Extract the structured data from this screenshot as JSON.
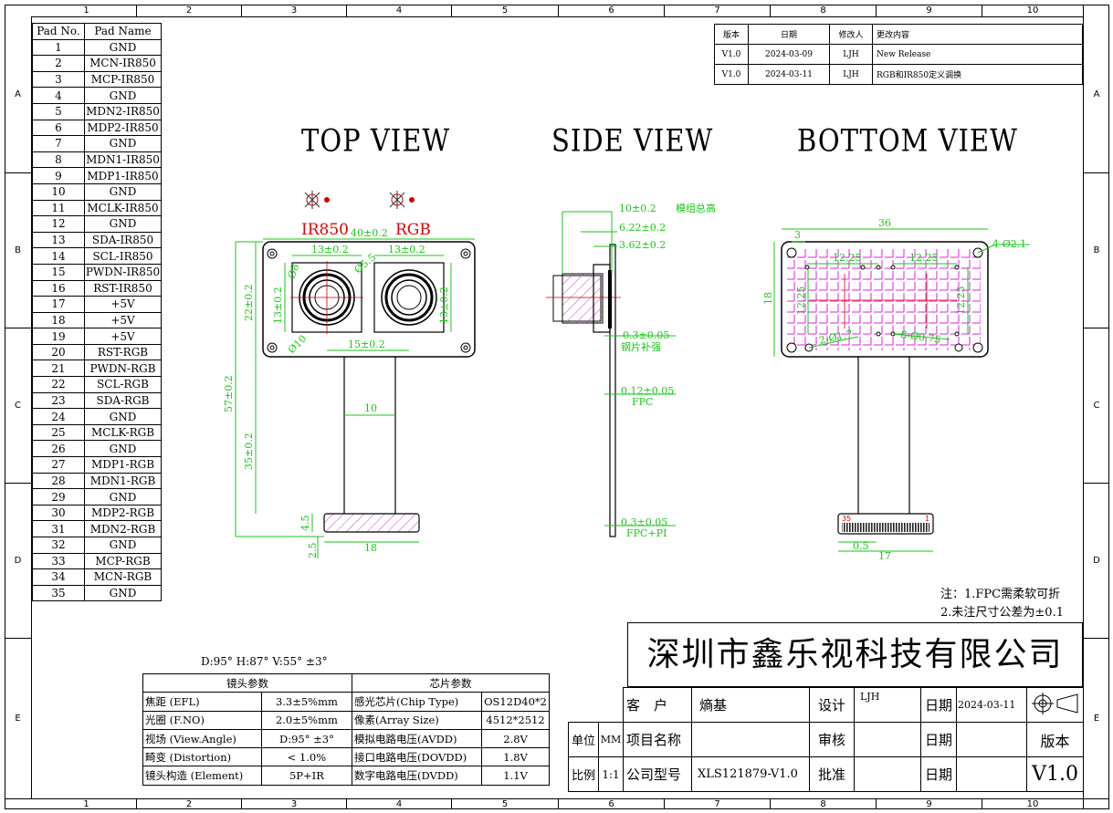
{
  "grid": {
    "cols": [
      "1",
      "2",
      "3",
      "4",
      "5",
      "6",
      "7",
      "8",
      "9",
      "10"
    ],
    "rows": [
      "A",
      "B",
      "C",
      "D",
      "E"
    ]
  },
  "pad_table": {
    "headers": [
      "Pad No.",
      "Pad Name"
    ],
    "rows": [
      [
        "1",
        "GND"
      ],
      [
        "2",
        "MCN-IR850"
      ],
      [
        "3",
        "MCP-IR850"
      ],
      [
        "4",
        "GND"
      ],
      [
        "5",
        "MDN2-IR850"
      ],
      [
        "6",
        "MDP2-IR850"
      ],
      [
        "7",
        "GND"
      ],
      [
        "8",
        "MDN1-IR850"
      ],
      [
        "9",
        "MDP1-IR850"
      ],
      [
        "10",
        "GND"
      ],
      [
        "11",
        "MCLK-IR850"
      ],
      [
        "12",
        "GND"
      ],
      [
        "13",
        "SDA-IR850"
      ],
      [
        "14",
        "SCL-IR850"
      ],
      [
        "15",
        "PWDN-IR850"
      ],
      [
        "16",
        "RST-IR850"
      ],
      [
        "17",
        "+5V"
      ],
      [
        "18",
        "+5V"
      ],
      [
        "19",
        "+5V"
      ],
      [
        "20",
        "RST-RGB"
      ],
      [
        "21",
        "PWDN-RGB"
      ],
      [
        "22",
        "SCL-RGB"
      ],
      [
        "23",
        "SDA-RGB"
      ],
      [
        "24",
        "GND"
      ],
      [
        "25",
        "MCLK-RGB"
      ],
      [
        "26",
        "GND"
      ],
      [
        "27",
        "MDP1-RGB"
      ],
      [
        "28",
        "MDN1-RGB"
      ],
      [
        "29",
        "GND"
      ],
      [
        "30",
        "MDP2-RGB"
      ],
      [
        "31",
        "MDN2-RGB"
      ],
      [
        "32",
        "GND"
      ],
      [
        "33",
        "MCP-RGB"
      ],
      [
        "34",
        "MCN-RGB"
      ],
      [
        "35",
        "GND"
      ]
    ]
  },
  "revision_table": {
    "headers": [
      "版本",
      "日期",
      "修改人",
      "更改内容"
    ],
    "rows": [
      [
        "V1.0",
        "2024-03-09",
        "LJH",
        "New Release"
      ],
      [
        "V1.0",
        "2024-03-11",
        "LJH",
        "RGB和IR850定义调换"
      ]
    ]
  },
  "views": {
    "top": "TOP VIEW",
    "side": "SIDE VIEW",
    "bottom": "BOTTOM VIEW"
  },
  "top_view": {
    "cam_left": "IR850",
    "cam_right": "RGB",
    "dims": {
      "width": "40±0.2",
      "lens_left": "13±0.2",
      "lens_right": "13±0.2",
      "height": "22±0.2",
      "lens_h_left": "13±0.2",
      "lens_h_right": "13±0.2",
      "pitch": "15±0.2",
      "total_len": "57±0.2",
      "fpc_len": "35±0.2",
      "fpc_width": "10",
      "conn_h": "4.5",
      "conn_h2": "2.5",
      "conn_w": "18",
      "lens_dia": "Ø10",
      "lens_small_a": "Ø8",
      "lens_small_b": "Ø5.5"
    }
  },
  "side_view": {
    "d1": "10±0.2",
    "d1_note": "模组总高",
    "d2": "6.22±0.2",
    "d3": "3.62±0.2",
    "d4": "0.3±0.05",
    "d4_note": "钢片补强",
    "d5": "0.12±0.05",
    "d5_note": "FPC",
    "d6": "0.3±0.05",
    "d6_note": "FPC+PI"
  },
  "bottom_view": {
    "w": "36",
    "edge": "3",
    "hole": "4-Ø2.1",
    "pitch_a": "12.25",
    "pitch_b": "12.25",
    "h": "18",
    "v_a": "12.25",
    "v_b": "12.25",
    "pin_a": "2-Ø1.7",
    "pin_b": "8-Ø0.75",
    "conn_pin_left": "35",
    "conn_pin_right": "1",
    "conn_pitch": "0.5",
    "conn_w": "17"
  },
  "notes": {
    "n1": "注：1.FPC需柔软可折",
    "n2": "2.未注尺寸公差为±0.1"
  },
  "fov_line": "D:95° H:87° V:55° ±3°",
  "lens_table": {
    "header": "镜头参数",
    "rows": [
      [
        "焦距 (EFL)",
        "3.3±5%mm"
      ],
      [
        "光圈 (F.NO)",
        "2.0±5%mm"
      ],
      [
        "视场 (View.Angle)",
        "D:95° ±3°"
      ],
      [
        "畸变 (Distortion)",
        "< 1.0%"
      ],
      [
        "镜头构造 (Element)",
        "5P+IR"
      ]
    ]
  },
  "chip_table": {
    "header": "芯片参数",
    "rows": [
      [
        "感光芯片(Chip Type)",
        "OS12D40*2"
      ],
      [
        "像素(Array Size)",
        "4512*2512"
      ],
      [
        "模拟电路电压(AVDD)",
        "2.8V"
      ],
      [
        "接口电路电压(DOVDD)",
        "1.8V"
      ],
      [
        "数字电路电压(DVDD)",
        "1.1V"
      ]
    ]
  },
  "title_block": {
    "company": "深圳市鑫乐视科技有限公司",
    "customer_label": "客　户",
    "customer": "熵基",
    "design_label": "设计",
    "designer": "LJH",
    "date_label": "日期",
    "date": "2024-03-11",
    "unit_label": "单位",
    "unit": "MM",
    "project_label": "项目名称",
    "project": "",
    "review_label": "审核",
    "date_label2": "日期",
    "version_label": "版本",
    "scale_label": "比例",
    "scale": "1:1",
    "model_label": "公司型号",
    "model": "XLS121879-V1.0",
    "approve_label": "批准",
    "date_label3": "日期",
    "version": "V1.0"
  }
}
